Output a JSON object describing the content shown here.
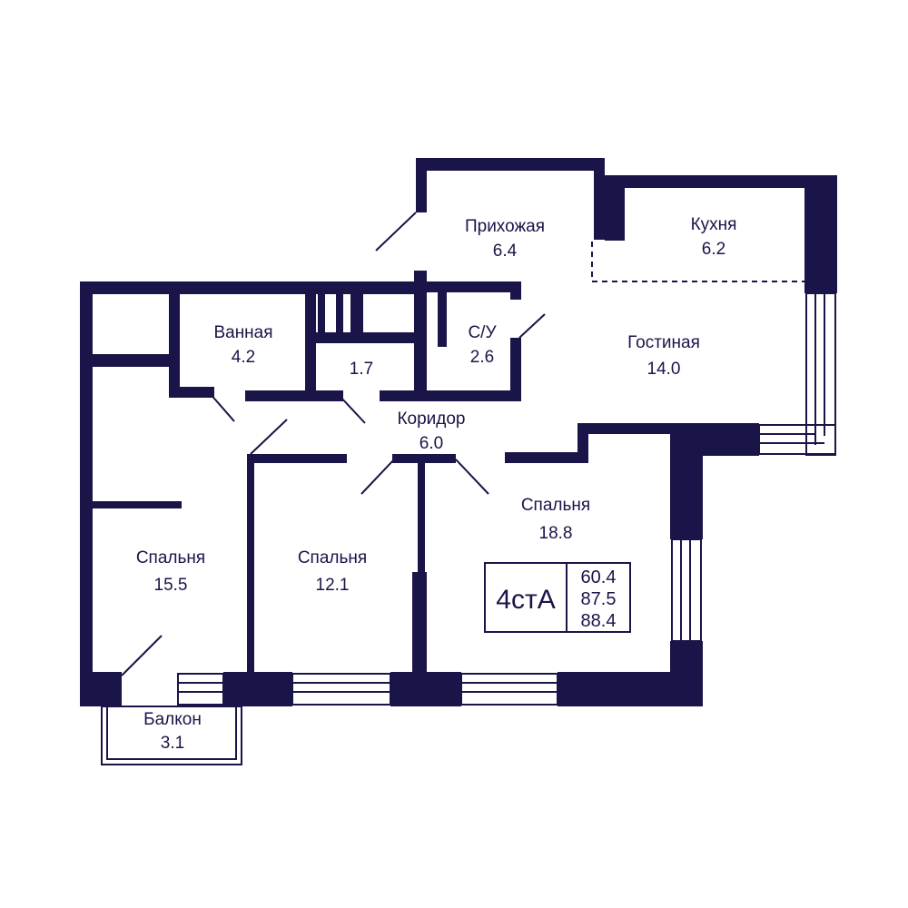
{
  "colors": {
    "wall": "#1a1548",
    "background": "#ffffff"
  },
  "rooms": {
    "hallway": {
      "name": "Прихожая",
      "area": "6.4"
    },
    "kitchen": {
      "name": "Кухня",
      "area": "6.2"
    },
    "bathroom": {
      "name": "Ванная",
      "area": "4.2"
    },
    "storage": {
      "area": "1.7"
    },
    "wc": {
      "name": "С/У",
      "area": "2.6"
    },
    "living": {
      "name": "Гостиная",
      "area": "14.0"
    },
    "corridor": {
      "name": "Коридор",
      "area": "6.0"
    },
    "bedroom_large": {
      "name": "Спальня",
      "area": "18.8"
    },
    "bedroom_left": {
      "name": "Спальня",
      "area": "15.5"
    },
    "bedroom_mid": {
      "name": "Спальня",
      "area": "12.1"
    },
    "balcony": {
      "name": "Балкон",
      "area": "3.1"
    }
  },
  "apartment": {
    "type": "4стА",
    "areas": [
      "60.4",
      "87.5",
      "88.4"
    ]
  }
}
